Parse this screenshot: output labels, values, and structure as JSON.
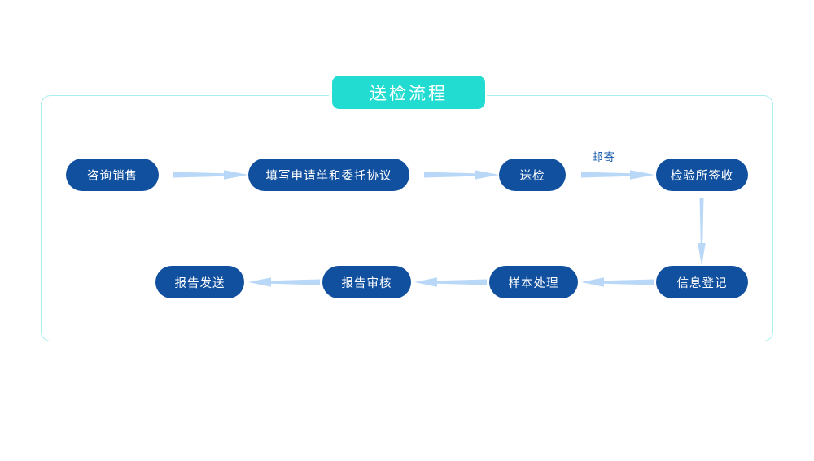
{
  "diagram": {
    "title": "送检流程",
    "frame_color": "#a8efef",
    "banner_color": "#22dcd2",
    "node_color": "#11509f",
    "arrow_color": "#b9d8f7",
    "nodes": [
      {
        "id": "n1",
        "label": "咨询销售"
      },
      {
        "id": "n2",
        "label": "填写申请单和委托协议"
      },
      {
        "id": "n3",
        "label": "送检"
      },
      {
        "id": "n4",
        "label": "检验所签收"
      },
      {
        "id": "n5",
        "label": "信息登记"
      },
      {
        "id": "n6",
        "label": "样本处理"
      },
      {
        "id": "n7",
        "label": "报告审核"
      },
      {
        "id": "n8",
        "label": "报告发送"
      }
    ],
    "edges": [
      {
        "from": "n1",
        "to": "n2",
        "direction": "right",
        "label": ""
      },
      {
        "from": "n2",
        "to": "n3",
        "direction": "right",
        "label": ""
      },
      {
        "from": "n3",
        "to": "n4",
        "direction": "right",
        "label": "邮寄"
      },
      {
        "from": "n4",
        "to": "n5",
        "direction": "down",
        "label": ""
      },
      {
        "from": "n5",
        "to": "n6",
        "direction": "left",
        "label": ""
      },
      {
        "from": "n6",
        "to": "n7",
        "direction": "left",
        "label": ""
      },
      {
        "from": "n7",
        "to": "n8",
        "direction": "left",
        "label": ""
      }
    ]
  }
}
